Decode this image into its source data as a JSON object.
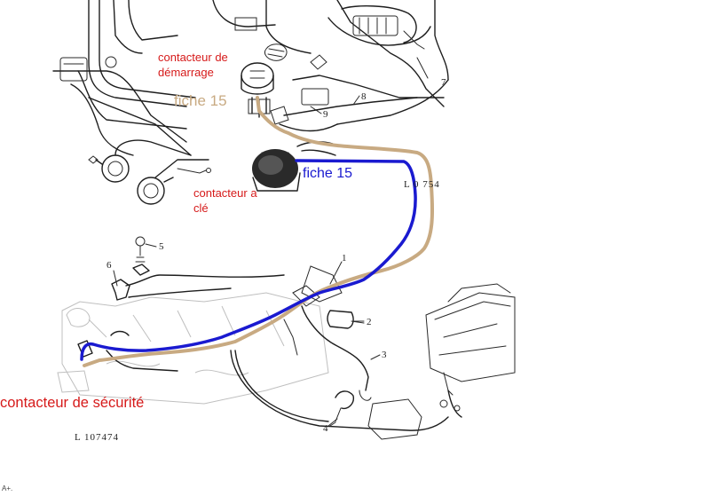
{
  "labels": {
    "contacteur_demarrage": [
      "contacteur de",
      "démarrage"
    ],
    "fiche_tan": "fiche 15",
    "fiche_blue": "fiche 15",
    "contacteur_cle": [
      "contacteur a",
      "clé"
    ],
    "contacteur_securite": "contacteur de sécurité"
  },
  "callouts": {
    "n1": "1",
    "n2": "2",
    "n3": "3",
    "n4": "4",
    "n5": "5",
    "n6": "6",
    "n7": "7",
    "n8": "8",
    "n9": "9"
  },
  "codes": {
    "ref_top": "L 0 754",
    "ref_bottom": "L 107474",
    "corner": "A+."
  },
  "colors": {
    "red_label": "#d61a1a",
    "tan_wire": "#c8aa82",
    "blue_wire": "#1a1ad0",
    "line_ink": "#1e1e1e"
  }
}
